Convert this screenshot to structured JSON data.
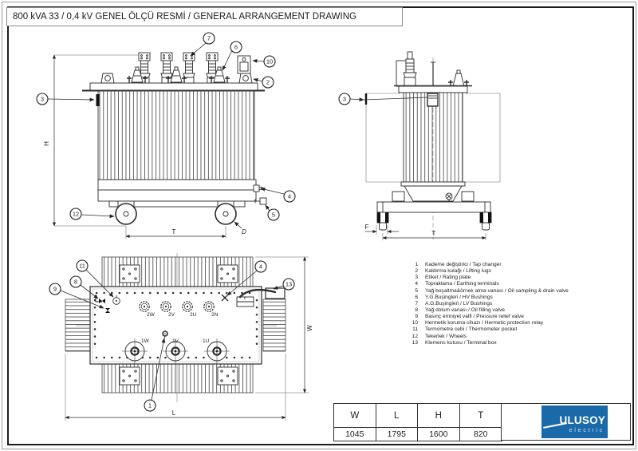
{
  "title": "800 kVA 33 / 0,4 kV GENEL ÖLÇÜ RESMİ  / GENERAL ARRANGEMENT DRAWING",
  "parts_list": {
    "items": [
      {
        "no": "1",
        "label": "Kademe değiştirici / Tap changer"
      },
      {
        "no": "2",
        "label": "Kaldırma kulağı / Lifting lugs"
      },
      {
        "no": "3",
        "label": "Etiket / Rating plate"
      },
      {
        "no": "4",
        "label": "Topraklama / Earthing terminals"
      },
      {
        "no": "5",
        "label": "Yağ boşaltma&örnek alma vanası / Oil sampling & drain valve"
      },
      {
        "no": "6",
        "label": "Y.G.Buşingleri / HV Bushings"
      },
      {
        "no": "7",
        "label": "A.G.Buşingleri / LV Bushings"
      },
      {
        "no": "8",
        "label": "Yağ dolum vanası / Oil filling valve"
      },
      {
        "no": "9",
        "label": "Basınç emniyet valfi / Pressure relief valve"
      },
      {
        "no": "10",
        "label": "Hermetik koruma cihazı / Hermetic protection relay"
      },
      {
        "no": "11",
        "label": "Termometre cebi / Thermometer pocket"
      },
      {
        "no": "12",
        "label": "Tekerlek / Wheels"
      },
      {
        "no": "13",
        "label": "Klemens kutusu / Terminal box"
      }
    ]
  },
  "dimension_table": {
    "headers": [
      "W",
      "L",
      "H",
      "T"
    ],
    "values": [
      "1045",
      "1795",
      "1600",
      "820"
    ]
  },
  "logo": {
    "brand": "ULUSOY",
    "sub_brand": "electric",
    "bg_color": "#1a69a9",
    "bg_style": "background:#1a69a9"
  },
  "views": {
    "front": {
      "dim_height": "H",
      "dim_track": "T",
      "dim_wheel_dia": "D",
      "balloons": {
        "b2": "2",
        "b3": "3",
        "b4": "4",
        "b5": "5",
        "b6": "6",
        "b7": "7",
        "b10": "10",
        "b12": "12"
      }
    },
    "side": {
      "dim_wheel_width": "F",
      "dim_track": "T",
      "balloons": {
        "b3": "3"
      }
    },
    "top": {
      "dim_width": "W",
      "dim_length": "L",
      "lv_labels": [
        "2W",
        "2V",
        "2U",
        "2N"
      ],
      "hv_labels": [
        "1W",
        "1V",
        "1U"
      ],
      "balloons": {
        "b1": "1",
        "b4": "4",
        "b8": "8",
        "b9": "9",
        "b11": "11",
        "b13": "13"
      }
    }
  }
}
